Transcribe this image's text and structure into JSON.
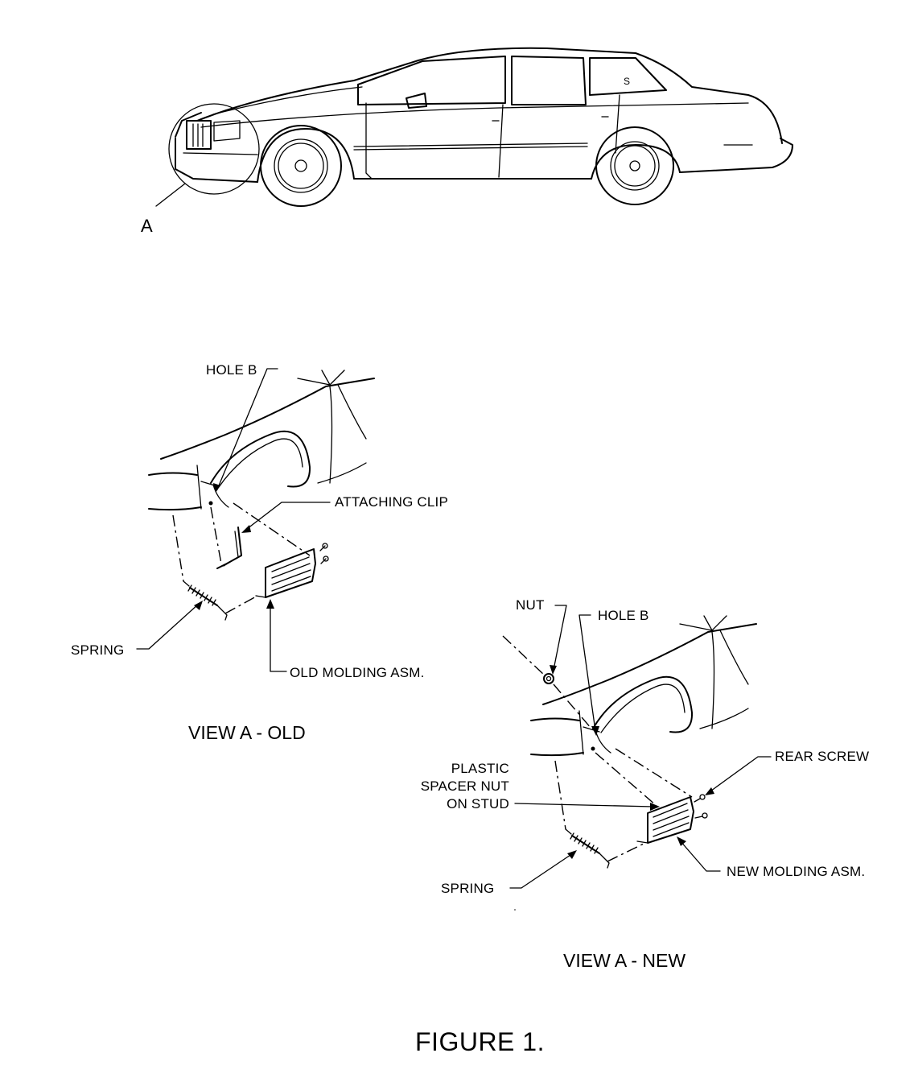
{
  "callout": {
    "a": "A"
  },
  "view_old": {
    "title": "VIEW A - OLD",
    "labels": {
      "hole_b": "HOLE B",
      "attaching_clip": "ATTACHING CLIP",
      "spring": "SPRING",
      "old_molding": "OLD MOLDING ASM."
    }
  },
  "view_new": {
    "title": "VIEW A - NEW",
    "labels": {
      "nut": "NUT",
      "hole_b": "HOLE B",
      "rear_screw": "REAR SCREW",
      "plastic_line1": "PLASTIC",
      "plastic_line2": "SPACER NUT",
      "plastic_line3": "ON STUD",
      "spring": "SPRING",
      "new_molding": "NEW MOLDING ASM."
    }
  },
  "figure_caption": "FIGURE 1."
}
